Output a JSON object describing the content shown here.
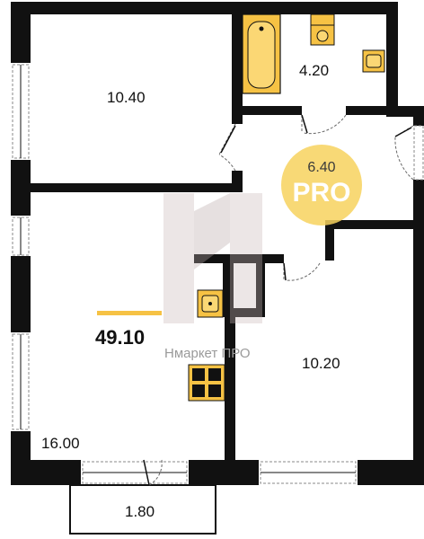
{
  "rooms": {
    "bedroom_top_left": "10.40",
    "bathroom": "4.20",
    "hallway": "6.40",
    "living_room": "16.00",
    "bedroom_right": "10.20",
    "balcony": "1.80"
  },
  "total_area": "49.10",
  "badge": {
    "area": "6.40",
    "label": "PRO"
  },
  "watermark": {
    "text": "Нмаркет ПРО"
  },
  "colors": {
    "wall": "#111111",
    "fixture": "#f6c244",
    "badge": "#f7d25e",
    "accent_line": "#f6c244",
    "watermark": "#9a9a9a"
  }
}
